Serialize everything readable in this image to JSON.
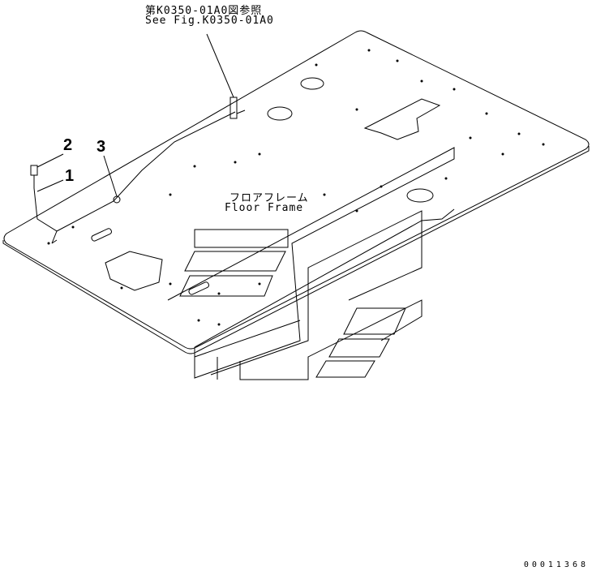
{
  "reference": {
    "line_jp": "第K0350-01A0図参照",
    "line_en": "See Fig.K0350-01A0"
  },
  "part_label": {
    "jp": "フロアフレーム",
    "en": "Floor Frame"
  },
  "callouts": [
    "2",
    "3",
    "1"
  ],
  "document_number": "00011368"
}
